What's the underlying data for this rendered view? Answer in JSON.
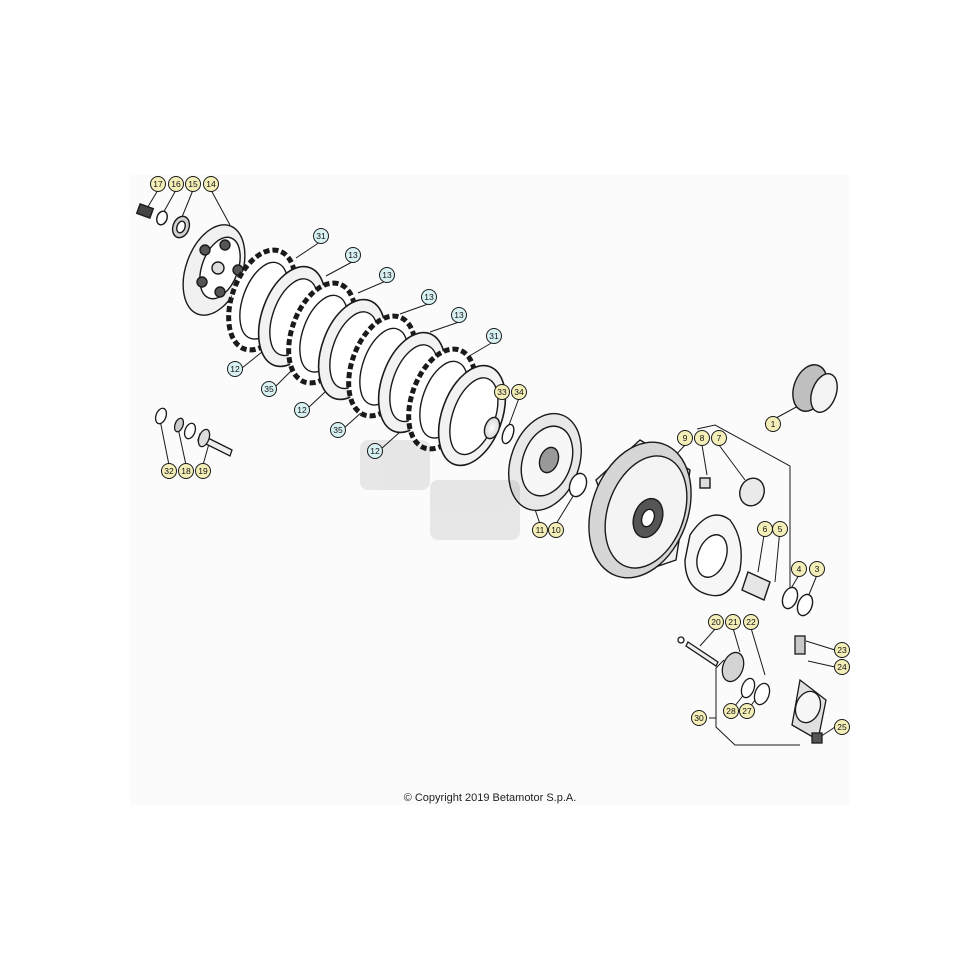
{
  "copyright": "© Copyright 2019 Betamotor S.p.A.",
  "colors": {
    "callout_yellow": "#f4eeb8",
    "callout_cyan": "#d8f1f3",
    "line": "#1a1a1a"
  },
  "callouts": [
    {
      "id": "c17",
      "label": "17",
      "tone": "yellow"
    },
    {
      "id": "c16",
      "label": "16",
      "tone": "yellow"
    },
    {
      "id": "c15",
      "label": "15",
      "tone": "yellow"
    },
    {
      "id": "c14",
      "label": "14",
      "tone": "yellow"
    },
    {
      "id": "c31a",
      "label": "31",
      "tone": "cyan"
    },
    {
      "id": "c13a",
      "label": "13",
      "tone": "cyan"
    },
    {
      "id": "c13b",
      "label": "13",
      "tone": "cyan"
    },
    {
      "id": "c13c",
      "label": "13",
      "tone": "cyan"
    },
    {
      "id": "c13d",
      "label": "13",
      "tone": "cyan"
    },
    {
      "id": "c31b",
      "label": "31",
      "tone": "cyan"
    },
    {
      "id": "c12a",
      "label": "12",
      "tone": "cyan"
    },
    {
      "id": "c35a",
      "label": "35",
      "tone": "cyan"
    },
    {
      "id": "c12b",
      "label": "12",
      "tone": "cyan"
    },
    {
      "id": "c35b",
      "label": "35",
      "tone": "cyan"
    },
    {
      "id": "c12c",
      "label": "12",
      "tone": "cyan"
    },
    {
      "id": "c33",
      "label": "33",
      "tone": "yellow"
    },
    {
      "id": "c34",
      "label": "34",
      "tone": "yellow"
    },
    {
      "id": "c32",
      "label": "32",
      "tone": "yellow"
    },
    {
      "id": "c18",
      "label": "18",
      "tone": "yellow"
    },
    {
      "id": "c19",
      "label": "19",
      "tone": "yellow"
    },
    {
      "id": "c11",
      "label": "11",
      "tone": "yellow"
    },
    {
      "id": "c10",
      "label": "10",
      "tone": "yellow"
    },
    {
      "id": "c9",
      "label": "9",
      "tone": "yellow"
    },
    {
      "id": "c8",
      "label": "8",
      "tone": "yellow"
    },
    {
      "id": "c7",
      "label": "7",
      "tone": "yellow"
    },
    {
      "id": "c1",
      "label": "1",
      "tone": "yellow"
    },
    {
      "id": "c6",
      "label": "6",
      "tone": "yellow"
    },
    {
      "id": "c5",
      "label": "5",
      "tone": "yellow"
    },
    {
      "id": "c4",
      "label": "4",
      "tone": "yellow"
    },
    {
      "id": "c3",
      "label": "3",
      "tone": "yellow"
    },
    {
      "id": "c20",
      "label": "20",
      "tone": "yellow"
    },
    {
      "id": "c21",
      "label": "21",
      "tone": "yellow"
    },
    {
      "id": "c22",
      "label": "22",
      "tone": "yellow"
    },
    {
      "id": "c23",
      "label": "23",
      "tone": "yellow"
    },
    {
      "id": "c24",
      "label": "24",
      "tone": "yellow"
    },
    {
      "id": "c30",
      "label": "30",
      "tone": "yellow"
    },
    {
      "id": "c28",
      "label": "28",
      "tone": "yellow"
    },
    {
      "id": "c27",
      "label": "27",
      "tone": "yellow"
    },
    {
      "id": "c25",
      "label": "25",
      "tone": "yellow"
    }
  ]
}
